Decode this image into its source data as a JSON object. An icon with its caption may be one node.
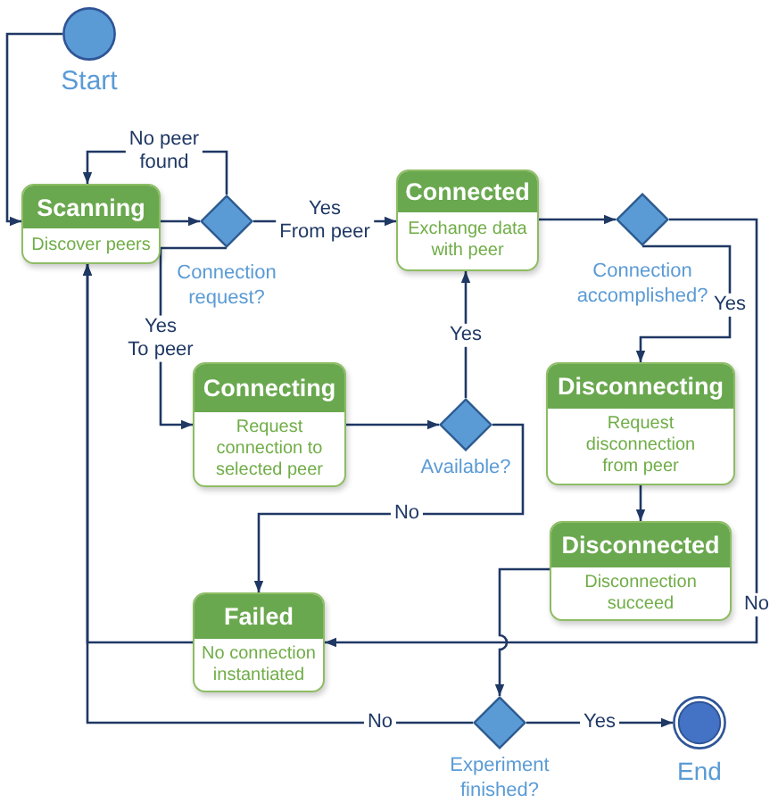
{
  "diagram": {
    "nodes": [
      {
        "text": [],
        "shape": "circle",
        "beside": [
          "Start"
        ]
      },
      {
        "text": [
          "Scanning",
          "Discover peers"
        ]
      },
      {
        "text": [],
        "shape": "diamond",
        "beside": [
          "Connection request?"
        ]
      },
      {
        "text": [
          "Connected",
          "Exchange data with peer"
        ]
      },
      {
        "text": [],
        "shape": "diamond",
        "beside": [
          "Connection accomplished?"
        ]
      },
      {
        "text": [
          "Connecting",
          "Request connection to selected peer"
        ]
      },
      {
        "text": [],
        "shape": "diamond",
        "beside": [
          "Available?"
        ]
      },
      {
        "text": [
          "Disconnecting",
          "Request disconnection from peer"
        ]
      },
      {
        "text": [
          "Disconnected",
          "Disconnection succeed"
        ]
      },
      {
        "text": [
          "Failed",
          "No connection instantiated"
        ]
      },
      {
        "text": [],
        "shape": "diamond",
        "beside": [
          "Experiment finished?"
        ]
      },
      {
        "text": [],
        "shape": "circle",
        "beside": [
          "End"
        ]
      }
    ],
    "edges": [
      {
        "from": 0,
        "to": 1,
        "arrow": "to"
      },
      {
        "from": 1,
        "to": 2,
        "arrow": "to"
      },
      {
        "from": 2,
        "to": 1,
        "arrow": "to",
        "label": "No peer found"
      },
      {
        "from": 2,
        "to": 3,
        "arrow": "to",
        "label": "Yes From peer"
      },
      {
        "from": 2,
        "to": 5,
        "arrow": "to",
        "label": "Yes To peer"
      },
      {
        "from": 5,
        "to": 6,
        "arrow": "to"
      },
      {
        "from": 6,
        "to": 3,
        "arrow": "to",
        "label": "Yes"
      },
      {
        "from": 6,
        "to": 9,
        "arrow": "to",
        "label": "No"
      },
      {
        "from": 3,
        "to": 4,
        "arrow": "to"
      },
      {
        "from": 4,
        "to": 7,
        "arrow": "to",
        "label": "Yes"
      },
      {
        "from": 4,
        "to": 9,
        "arrow": "to",
        "label": "No"
      },
      {
        "from": 7,
        "to": 8,
        "arrow": "to"
      },
      {
        "from": 9,
        "to": 1,
        "arrow": "to"
      },
      {
        "from": 8,
        "to": 10,
        "arrow": "to"
      },
      {
        "from": 10,
        "to": 1,
        "arrow": "to",
        "label": "No"
      },
      {
        "from": 10,
        "to": 11,
        "arrow": "to",
        "label": "Yes"
      }
    ]
  }
}
